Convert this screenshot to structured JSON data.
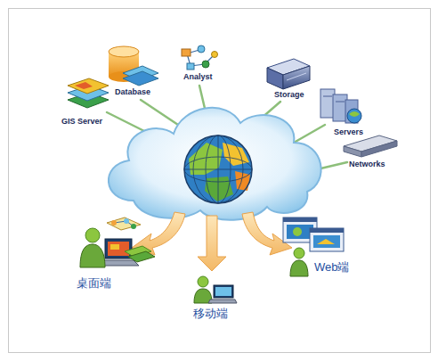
{
  "diagram": {
    "nodes": [
      {
        "text": [
          "Analyst"
        ]
      },
      {
        "text": [
          "Database"
        ]
      },
      {
        "text": [
          "Storage"
        ]
      },
      {
        "text": [
          "GIS Server"
        ]
      },
      {
        "text": [
          "Servers"
        ]
      },
      {
        "text": [
          "Networks"
        ]
      },
      {
        "text": [
          "Web端"
        ]
      },
      {
        "text": [
          "桌面端"
        ]
      },
      {
        "text": [
          "移动端"
        ]
      }
    ]
  }
}
